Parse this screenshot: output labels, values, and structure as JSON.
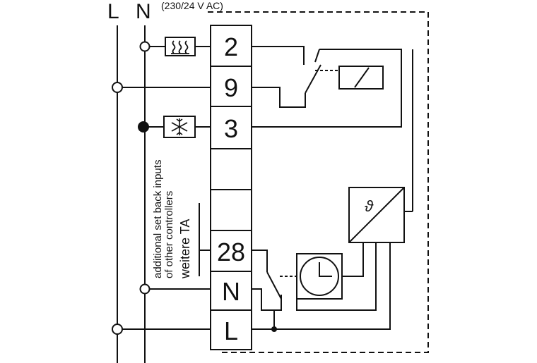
{
  "supply": {
    "line_label": "L",
    "neutral_label": "N",
    "voltage_note": "(230/24 V AC)"
  },
  "terminals": [
    {
      "id": "t2",
      "label": "2"
    },
    {
      "id": "t9",
      "label": "9"
    },
    {
      "id": "t3",
      "label": "3"
    },
    {
      "id": "t-empty-1",
      "label": ""
    },
    {
      "id": "t-empty-2",
      "label": ""
    },
    {
      "id": "t28",
      "label": "28"
    },
    {
      "id": "tN",
      "label": "N"
    },
    {
      "id": "tL",
      "label": "L"
    }
  ],
  "annotation": {
    "line1": "additional set back inputs",
    "line2": "of other controllers",
    "line3": "weitere TA"
  },
  "symbols": {
    "heating": "heating-icon",
    "cooling": "snowflake-icon",
    "clock": "clock-icon",
    "sensor": "temperature-sensor-icon",
    "sensor_glyph": "ϑ",
    "relay": "relay-coil-icon"
  },
  "colors": {
    "line": "#111111",
    "background": "#ffffff"
  }
}
